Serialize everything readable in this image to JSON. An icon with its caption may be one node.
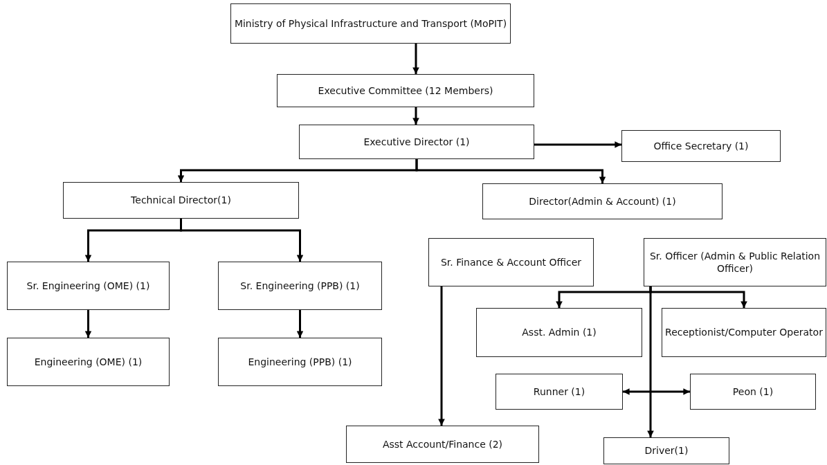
{
  "diagram": {
    "nodes": [
      {
        "text": [
          "Ministry of Physical Infrastructure and Transport (MoPIT)"
        ]
      },
      {
        "text": [
          "Executive Committee (12 Members)"
        ]
      },
      {
        "text": [
          "Executive Director (1)"
        ]
      },
      {
        "text": [
          "Office Secretary (1)"
        ]
      },
      {
        "text": [
          "Technical Director(1)"
        ]
      },
      {
        "text": [
          "Director(Admin & Account) (1)"
        ]
      },
      {
        "text": [
          "Sr. Engineering (OME) (1)"
        ]
      },
      {
        "text": [
          "Sr. Engineering (PPB) (1)"
        ]
      },
      {
        "text": [
          "Sr. Finance & Account Officer"
        ]
      },
      {
        "text": [
          "Sr. Officer (Admin & Public Relation Officer)"
        ]
      },
      {
        "text": [
          "Engineering (OME) (1)"
        ]
      },
      {
        "text": [
          "Engineering (PPB) (1)"
        ]
      },
      {
        "text": [
          "Asst. Admin (1)"
        ]
      },
      {
        "text": [
          "Receptionist/Computer Operator"
        ]
      },
      {
        "text": [
          "Runner (1)"
        ]
      },
      {
        "text": [
          "Peon (1)"
        ]
      },
      {
        "text": [
          "Asst Account/Finance (2)"
        ]
      },
      {
        "text": [
          "Driver(1)"
        ]
      }
    ],
    "edges": [
      {
        "from": 0,
        "to": 1,
        "arrow": "to"
      },
      {
        "from": 1,
        "to": 2,
        "arrow": "to"
      },
      {
        "from": 2,
        "to": 3,
        "arrow": "to"
      },
      {
        "from": 2,
        "to": 4,
        "arrow": "to"
      },
      {
        "from": 2,
        "to": 5,
        "arrow": "to"
      },
      {
        "from": 4,
        "to": 6,
        "arrow": "to"
      },
      {
        "from": 4,
        "to": 7,
        "arrow": "to"
      },
      {
        "from": 6,
        "to": 10,
        "arrow": "to"
      },
      {
        "from": 7,
        "to": 11,
        "arrow": "to"
      },
      {
        "from": 8,
        "to": 16,
        "arrow": "to"
      },
      {
        "from": 9,
        "to": 12,
        "arrow": "to"
      },
      {
        "from": 9,
        "to": 13,
        "arrow": "to"
      },
      {
        "from": 9,
        "to": 17,
        "arrow": "to"
      },
      {
        "from": 14,
        "to": 15,
        "arrow": "both"
      }
    ]
  }
}
